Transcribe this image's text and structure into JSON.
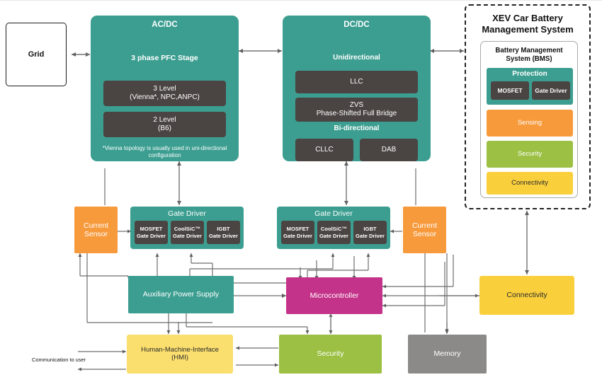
{
  "diagram": {
    "grid": {
      "label": "Grid"
    },
    "acdc": {
      "title": "AC/DC",
      "subtitle": "3 phase PFC Stage",
      "chips": [
        {
          "line1": "3 Level",
          "line2": "(Vienna*, NPC,ANPC)"
        },
        {
          "line1": "2 Level",
          "line2": "(B6)"
        }
      ],
      "note": "*Vienna topology is usually used in uni-directional configuration"
    },
    "dcdc": {
      "title": "DC/DC",
      "unidirectional_label": "Unidirectional",
      "bidirectional_label": "Bi-directional",
      "uni_chips": [
        {
          "line1": "LLC",
          "line2": ""
        },
        {
          "line1": "ZVS",
          "line2": "Phase-Shifted Full Bridge"
        }
      ],
      "bi_chips": [
        {
          "line1": "CLLC"
        },
        {
          "line1": "DAB"
        }
      ]
    },
    "xev": {
      "title_line1": "XEV Car Battery",
      "title_line2": "Management System",
      "bms_title_line1": "Battery Management",
      "bms_title_line2": "System (BMS)",
      "protection": {
        "title": "Protection",
        "chips": [
          "MOSFET",
          "Gate Driver"
        ]
      },
      "blocks": [
        {
          "label": "Sensing",
          "color": "#f79a3c"
        },
        {
          "label": "Security",
          "color": "#9bc043"
        },
        {
          "label": "Connectivity",
          "color": "#facf3c"
        }
      ]
    },
    "current_sensor_left": {
      "line1": "Current",
      "line2": "Sensor"
    },
    "current_sensor_right": {
      "line1": "Current",
      "line2": "Sensor"
    },
    "gate_driver_left": {
      "title": "Gate Driver",
      "chips": [
        {
          "line1": "MOSFET",
          "line2": "Gate Driver"
        },
        {
          "line1": "CoolSiC™",
          "line2": "Gate Driver"
        },
        {
          "line1": "IGBT",
          "line2": "Gate Driver"
        }
      ]
    },
    "gate_driver_right": {
      "title": "Gate Driver",
      "chips": [
        {
          "line1": "MOSFET",
          "line2": "Gate Driver"
        },
        {
          "line1": "CoolSiC™",
          "line2": "Gate Driver"
        },
        {
          "line1": "IGBT",
          "line2": "Gate Driver"
        }
      ]
    },
    "aux_power_supply": {
      "label": "Auxiliary Power Supply"
    },
    "microcontroller": {
      "label": "Microcontroller"
    },
    "connectivity": {
      "label": "Connectivity"
    },
    "hmi": {
      "line1": "Human-Machine-Interface",
      "line2": "(HMI)"
    },
    "security": {
      "label": "Security"
    },
    "memory": {
      "label": "Memory"
    },
    "communication_note": {
      "label": "Communication to user"
    }
  },
  "colors": {
    "teal": "#3c9e90",
    "orange": "#f79a3c",
    "magenta": "#c4338a",
    "green": "#9bc043",
    "yellow_light": "#fade6e",
    "yellow": "#facf3c",
    "grey": "#8c8a88",
    "chip_dark": "#4a4442",
    "wire": "#6e6e6e"
  }
}
